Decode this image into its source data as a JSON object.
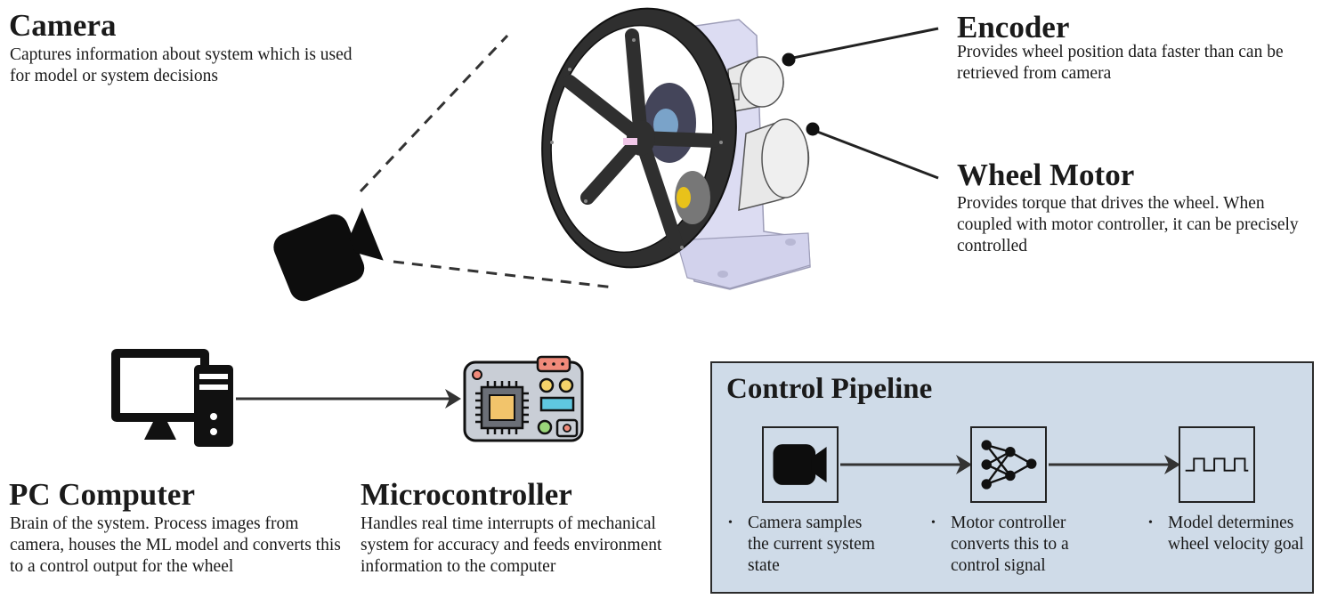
{
  "camera": {
    "title": "Camera",
    "description": "Captures information about system which is used for model or system decisions"
  },
  "encoder": {
    "title": "Encoder",
    "description": "Provides wheel position data faster than can be retrieved from camera"
  },
  "wheel_motor": {
    "title": "Wheel Motor",
    "description": "Provides torque that drives the wheel. When coupled with motor controller, it can be precisely controlled"
  },
  "pc_computer": {
    "title": "PC Computer",
    "description": "Brain of the system. Process images from camera, houses the ML model and converts this to a control output for the wheel"
  },
  "microcontroller": {
    "title": "Microcontroller",
    "description": "Handles real time interrupts of mechanical system for accuracy and feeds environment information to the computer"
  },
  "pipeline": {
    "title": "Control Pipeline",
    "steps": [
      {
        "icon": "video-camera-icon",
        "text": "Camera samples the current system state"
      },
      {
        "icon": "neural-network-icon",
        "text": "Motor controller converts this to a control signal"
      },
      {
        "icon": "square-wave-icon",
        "text": "Model determines wheel velocity goal"
      }
    ]
  },
  "icons": {
    "camera": "video-camera-icon",
    "pc": "desktop-computer-icon",
    "microcontroller": "microcontroller-board-icon",
    "device": "reaction-wheel-assembly"
  },
  "colors": {
    "wheel": "#3a3a3a",
    "housing": "#dcdcf2",
    "motor": "#e6e6e6",
    "pipeline_bg": "#cfdbe8",
    "chip_bg": "#c9ced6",
    "chip_core": "#f2c46b",
    "connector": "#f08a7a",
    "led_teal": "#5fc7e0",
    "led_yellow": "#f5d36a",
    "led_green": "#9ad67a"
  }
}
